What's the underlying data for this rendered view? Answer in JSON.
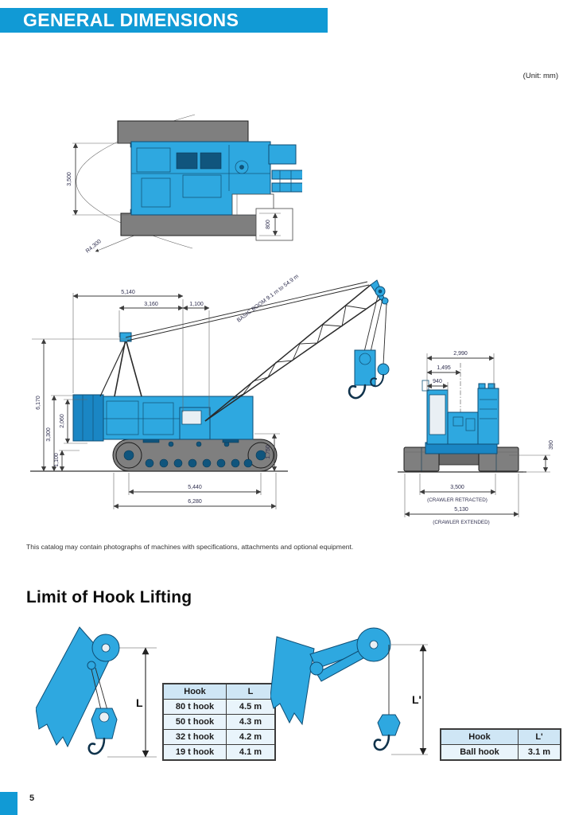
{
  "page": {
    "banner_title": "GENERAL DIMENSIONS",
    "unit_note": "(Unit: mm)",
    "footnote": "This catalog may contain photographs of machines with specifications, attachments and optional equipment.",
    "page_number": "5"
  },
  "colors": {
    "banner_blue": "#119AD5",
    "machine_blue": "#2EA8E0",
    "track_gray": "#7F7F7F",
    "table_header_bg": "#CFE6F5",
    "table_cell_bg": "#E9F4FB"
  },
  "top_view": {
    "body_width": "3,500",
    "tail_swing_radius": "R4,300",
    "shoe_width": "800"
  },
  "side_view": {
    "boom_label": "BASIC BOOM 9.1 m to 54.9 m",
    "dim_5140": "5,140",
    "dim_3160": "3,160",
    "dim_1100_top": "1,100",
    "dim_6170": "6,170",
    "dim_3300": "3,300",
    "dim_2060": "2,060",
    "dim_1100_left": "1,100",
    "dim_1750": "1,750",
    "dim_5440": "5,440",
    "dim_6280": "6,280"
  },
  "rear_view": {
    "dim_2990": "2,990",
    "dim_1495": "1,495",
    "dim_940": "940",
    "dim_390": "390",
    "dim_3500": "3,500",
    "label_retracted": "(CRAWLER RETRACTED)",
    "dim_5130": "5,130",
    "label_extended": "(CRAWLER EXTENDED)"
  },
  "hook_lifting": {
    "heading": "Limit of Hook Lifting",
    "dim_label_left": "L",
    "dim_label_right": "L'",
    "left_table": {
      "headers": [
        "Hook",
        "L"
      ],
      "rows": [
        [
          "80 t hook",
          "4.5 m"
        ],
        [
          "50 t hook",
          "4.3 m"
        ],
        [
          "32 t hook",
          "4.2 m"
        ],
        [
          "19 t hook",
          "4.1 m"
        ]
      ]
    },
    "right_table": {
      "headers": [
        "Hook",
        "L'"
      ],
      "rows": [
        [
          "Ball hook",
          "3.1 m"
        ]
      ]
    }
  }
}
